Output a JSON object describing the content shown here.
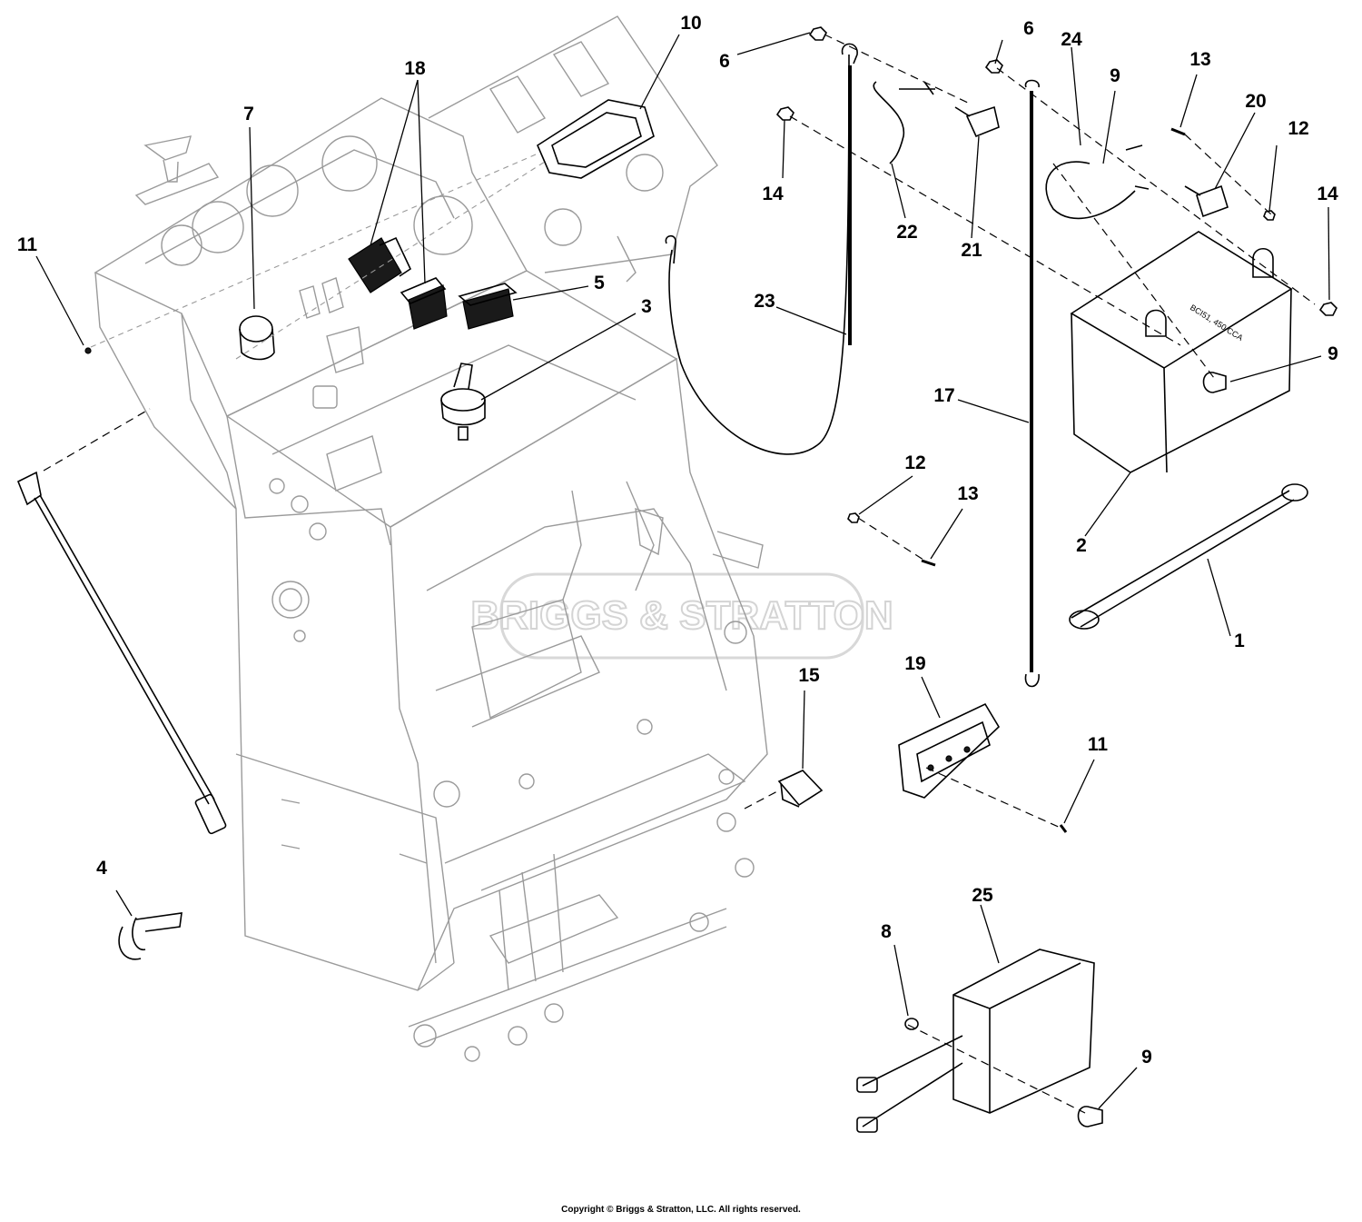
{
  "diagram": {
    "watermark": "BRIGGS & STRATTON",
    "battery_label": "BCI51, 450 CCA",
    "copyright": "Copyright © Briggs & Stratton, LLC. All rights reserved.",
    "callouts": [
      "1",
      "2",
      "3",
      "4",
      "5",
      "6",
      "6",
      "7",
      "8",
      "9",
      "9",
      "9",
      "10",
      "11",
      "11",
      "12",
      "12",
      "13",
      "13",
      "14",
      "14",
      "15",
      "17",
      "18",
      "19",
      "20",
      "21",
      "22",
      "23",
      "24",
      "25"
    ]
  }
}
